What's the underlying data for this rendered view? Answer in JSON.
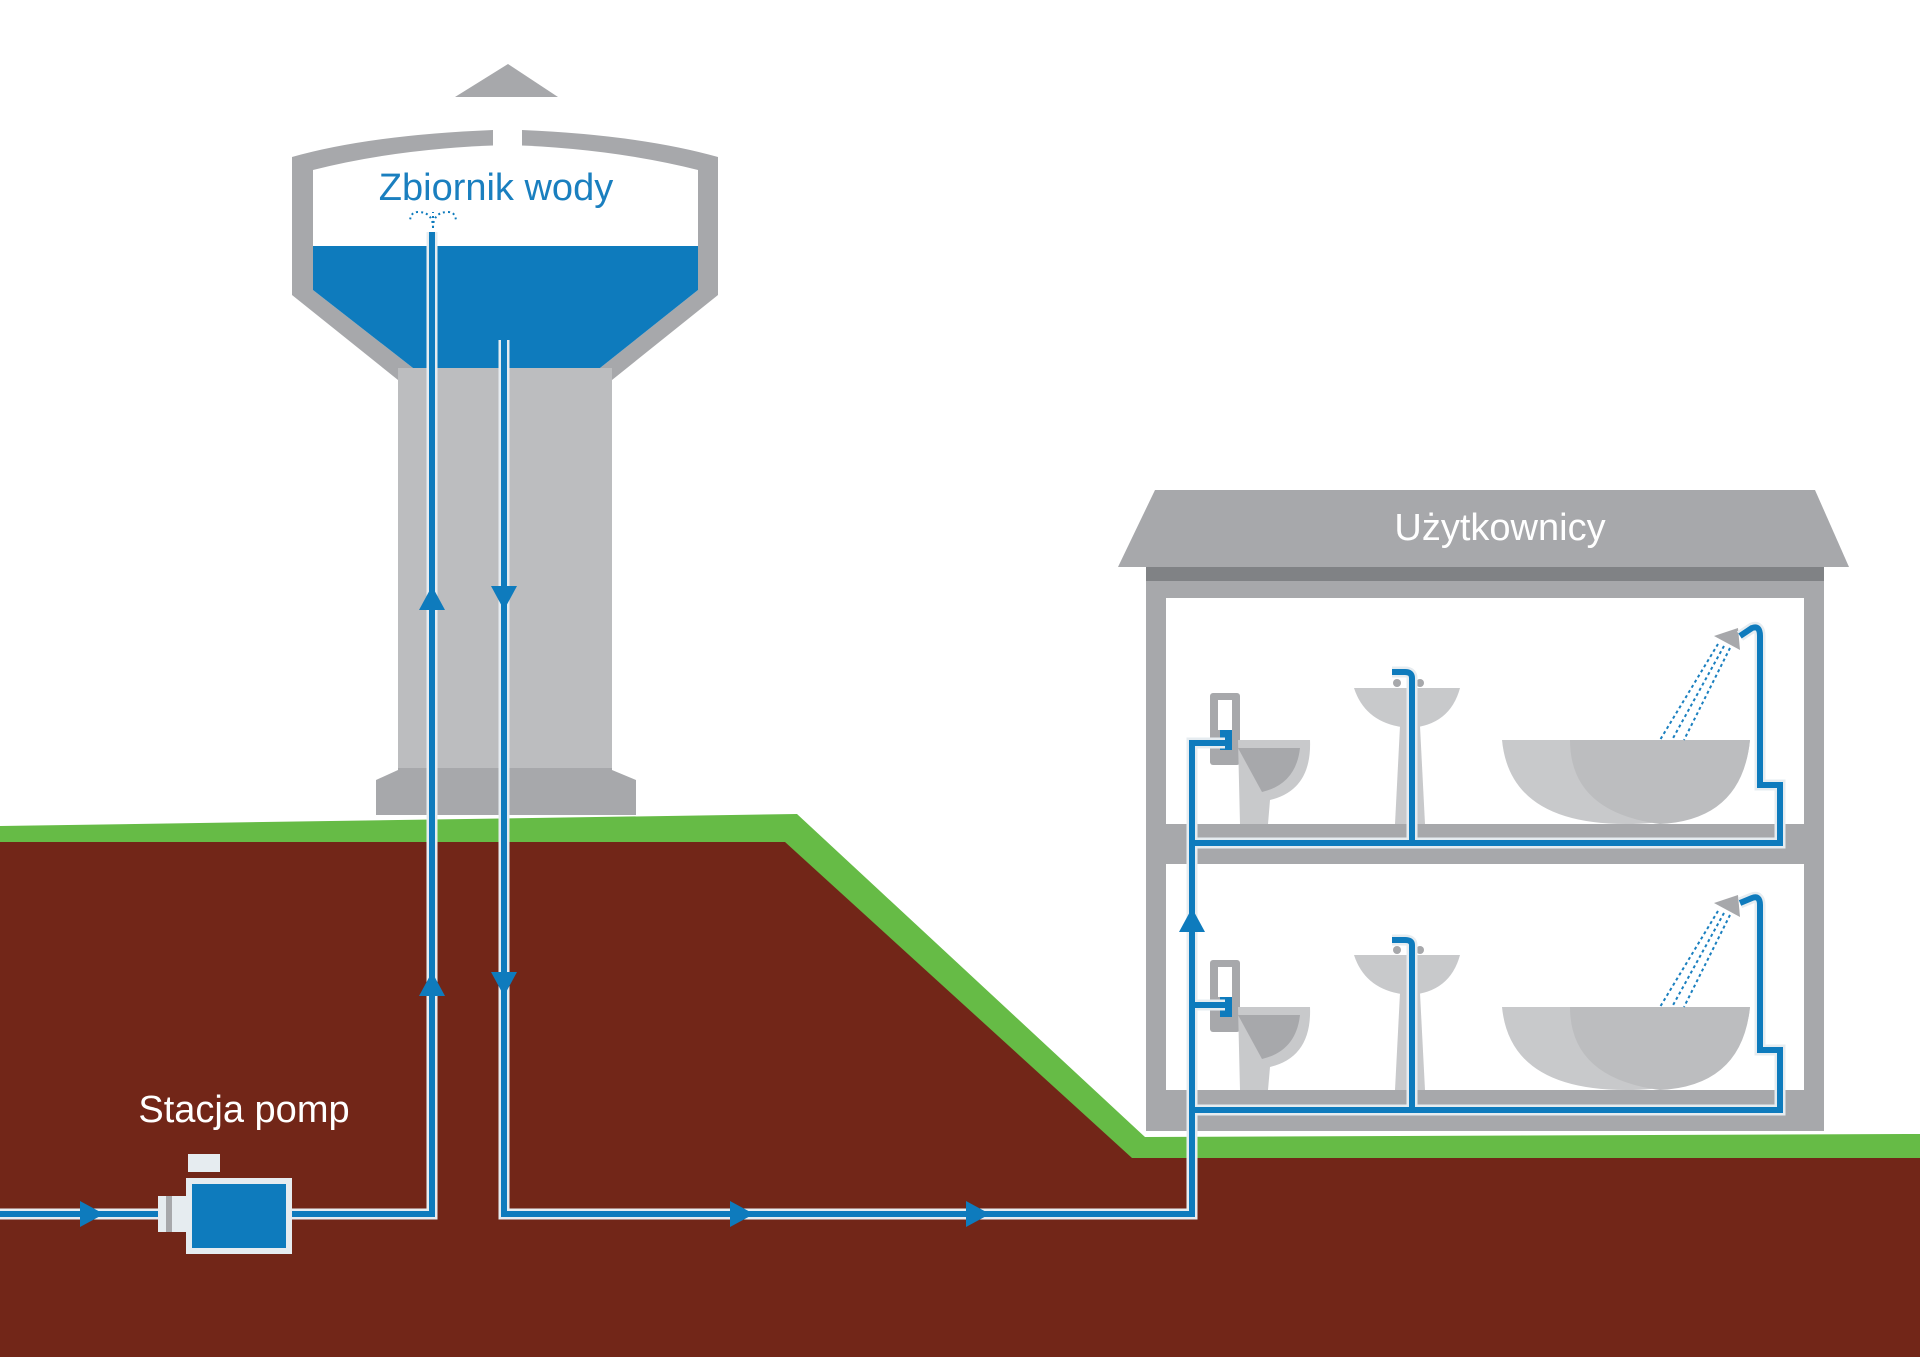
{
  "labels": {
    "tank": "Zbiornik wody",
    "pump_station": "Stacja pomp",
    "users": "Użytkownicy"
  },
  "colors": {
    "background": "#ffffff",
    "soil": "#722618",
    "grass": "#66bb46",
    "structure_gray": "#a7a8ab",
    "structure_light": "#c8c9cb",
    "roof_dark": "#808285",
    "water_blue": "#0e7bbd",
    "pipe_outline": "#e6ecf0",
    "label_blue": "#1a7fbf",
    "label_white": "#ffffff"
  },
  "icons": [
    "water-tower-icon",
    "pump-icon",
    "toilet-icon",
    "sink-icon",
    "bathtub-icon",
    "shower-icon",
    "flow-arrow-icon"
  ]
}
